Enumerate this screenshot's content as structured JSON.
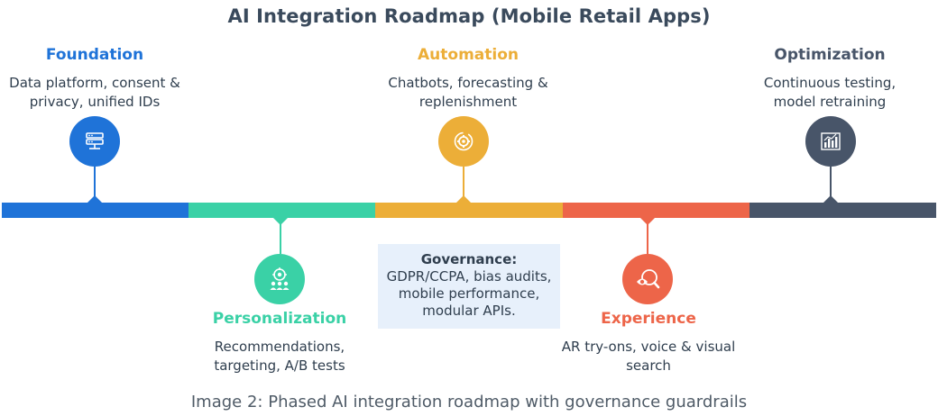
{
  "title": "AI Integration Roadmap (Mobile Retail Apps)",
  "phases": [
    {
      "title": "Foundation",
      "desc_lines": [
        "Data platform, consent &",
        "privacy, unified IDs"
      ],
      "color": "#1f73d8",
      "icon": "server-rack-icon"
    },
    {
      "title": "Personalization",
      "desc_lines": [
        "Recommendations,",
        "targeting, A/B tests"
      ],
      "color": "#3ad1a6",
      "icon": "target-users-icon"
    },
    {
      "title": "Automation",
      "desc_lines": [
        "Chatbots, forecasting &",
        "replenishment"
      ],
      "color": "#ecae38",
      "icon": "gear-cycle-icon"
    },
    {
      "title": "Experience",
      "desc_lines": [
        "AR try-ons, voice & visual",
        "search"
      ],
      "color": "#ed6549",
      "icon": "eye-search-icon"
    },
    {
      "title": "Optimization",
      "desc_lines": [
        "Continuous testing,",
        "model retraining"
      ],
      "color": "#485569",
      "icon": "bar-chart-icon"
    }
  ],
  "governance": {
    "title": "Governance:",
    "lines": [
      "GDPR/CCPA, bias audits,",
      "mobile performance,",
      "modular APIs."
    ]
  },
  "caption": "Image 2: Phased AI integration roadmap with governance guardrails"
}
